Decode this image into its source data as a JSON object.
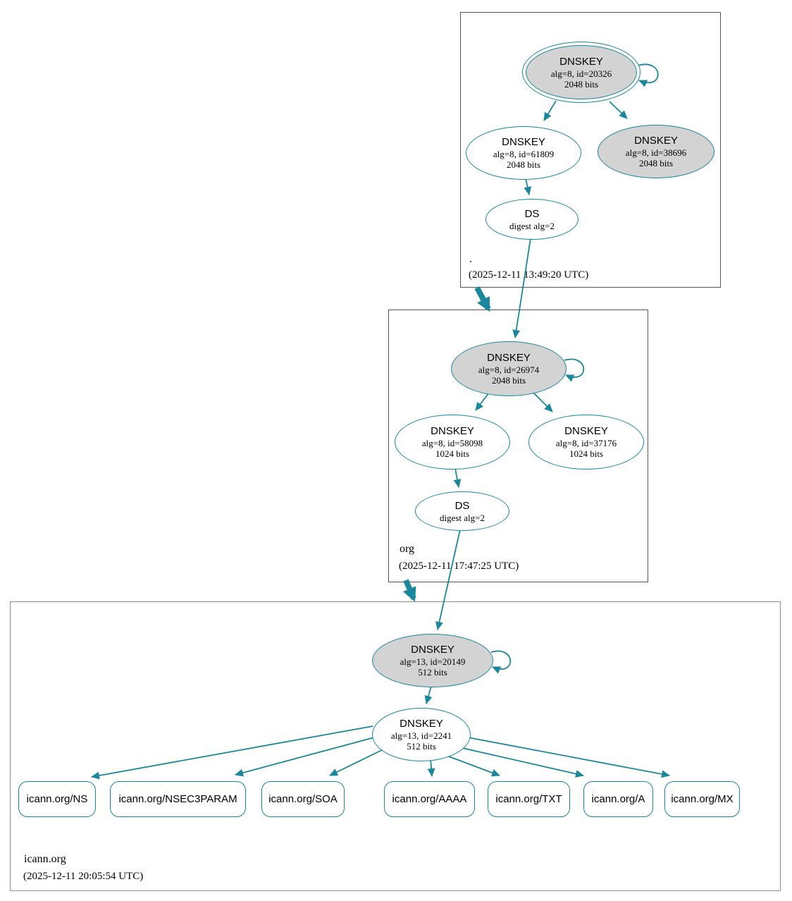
{
  "colors": {
    "edge_teal": "#1a879c",
    "ksk_fill_gray": "#d3d3d3",
    "node_fill_white": "#ffffff",
    "zone_box_border": "#565656",
    "icann_zone_box_border": "#8f8f8f"
  },
  "zones": {
    "root": {
      "name": ".",
      "timestamp": "(2025-12-11 13:49:20 UTC)",
      "ksk": {
        "title": "DNSKEY",
        "detail": "alg=8, id=20326",
        "bits": "2048 bits"
      },
      "zsk": {
        "title": "DNSKEY",
        "detail": "alg=8, id=61809",
        "bits": "2048 bits"
      },
      "standby": {
        "title": "DNSKEY",
        "detail": "alg=8, id=38696",
        "bits": "2048 bits"
      },
      "ds": {
        "title": "DS",
        "detail": "digest alg=2"
      }
    },
    "org": {
      "name": "org",
      "timestamp": "(2025-12-11 17:47:25 UTC)",
      "ksk": {
        "title": "DNSKEY",
        "detail": "alg=8, id=26974",
        "bits": "2048 bits"
      },
      "zsk1": {
        "title": "DNSKEY",
        "detail": "alg=8, id=58098",
        "bits": "1024 bits"
      },
      "zsk2": {
        "title": "DNSKEY",
        "detail": "alg=8, id=37176",
        "bits": "1024 bits"
      },
      "ds": {
        "title": "DS",
        "detail": "digest alg=2"
      }
    },
    "icann": {
      "name": "icann.org",
      "timestamp": "(2025-12-11 20:05:54 UTC)",
      "ksk": {
        "title": "DNSKEY",
        "detail": "alg=13, id=20149",
        "bits": "512 bits"
      },
      "zsk": {
        "title": "DNSKEY",
        "detail": "alg=13, id=2241",
        "bits": "512 bits"
      },
      "rrsets": [
        {
          "label": "icann.org/NS"
        },
        {
          "label": "icann.org/NSEC3PARAM"
        },
        {
          "label": "icann.org/SOA"
        },
        {
          "label": "icann.org/AAAA"
        },
        {
          "label": "icann.org/TXT"
        },
        {
          "label": "icann.org/A"
        },
        {
          "label": "icann.org/MX"
        }
      ]
    }
  }
}
